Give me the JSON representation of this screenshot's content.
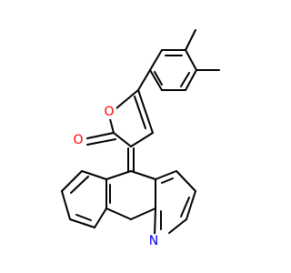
{
  "molecule": {
    "atoms": {
      "ring_oxygen": "O",
      "carbonyl_oxygen": "O",
      "pyridine_nitrogen": "N"
    },
    "colors": {
      "bond": "#000000",
      "oxygen": "#ff0000",
      "nitrogen": "#0000ff",
      "background": "#ffffff"
    }
  }
}
